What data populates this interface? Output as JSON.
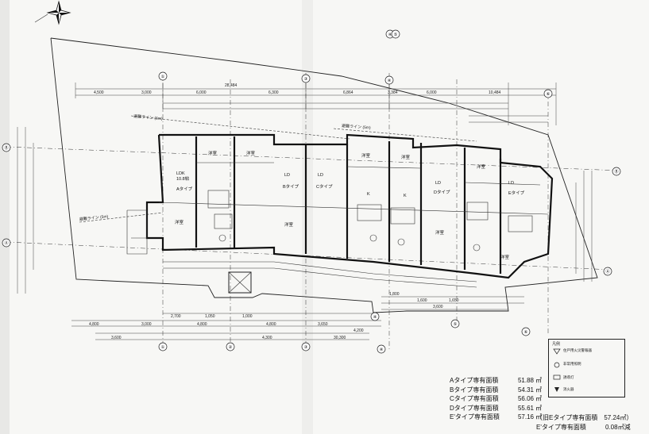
{
  "labels": {
    "evac_top_left": "避難ライン (5m)",
    "evac_top_right": "避難ライン (5m)",
    "evac_left": "避難ライン (5m)",
    "units": [
      {
        "room": "LDK",
        "size": "10.8帖",
        "type": "Aタイプ"
      },
      {
        "room": "LD",
        "size": "",
        "type": "Bタイプ"
      },
      {
        "room": "LD",
        "size": "",
        "type": "Cタイプ"
      },
      {
        "room": "LD",
        "size": "",
        "type": "Dタイプ"
      },
      {
        "room": "LD",
        "size": "",
        "type": "Eタイプ"
      }
    ],
    "bedroom": "洋室",
    "kitchen": "K"
  },
  "grid_top": [
    "①",
    "②",
    "③",
    "④",
    "⑤",
    "⑥"
  ],
  "grid_side": [
    "Ⓐ",
    "Ⓑ",
    "Ⓒ"
  ],
  "dims_top_row1": [
    "4,500",
    "3,000",
    "6,000",
    "6,300",
    "6,864",
    "3,384",
    "6,000",
    "10,484"
  ],
  "dims_top_total": "28,484",
  "dims_bottom_row1": [
    "4,800",
    "3,000",
    "4,800",
    "4,800",
    "3,650",
    "4,200",
    "3,600",
    "4,300"
  ],
  "dims_bottom_total": "30,300",
  "dims_misc": [
    "1,800",
    "1,600",
    "1,650",
    "2,700",
    "1,050",
    "3,600",
    "1,000"
  ],
  "area_table": [
    {
      "name": "Aタイプ専有面積",
      "value": "51.88",
      "unit": "㎡"
    },
    {
      "name": "Bタイプ専有面積",
      "value": "54.31",
      "unit": "㎡"
    },
    {
      "name": "Cタイプ専有面積",
      "value": "56.06",
      "unit": "㎡"
    },
    {
      "name": "Dタイプ専有面積",
      "value": "55.61",
      "unit": "㎡"
    },
    {
      "name": "E'タイプ専有面積",
      "value": "57.16",
      "unit": "㎡"
    }
  ],
  "old_e_note": "（旧Eタイプ専有面積　57.24㎡）",
  "e_prime_note_label": "E'タイプ専有面積",
  "e_prime_note_value": "0.08㎡減",
  "legend": {
    "title": "凡例",
    "items": [
      "住戸用火災警報器",
      "非常用照明",
      "誘導灯",
      "消火器"
    ]
  }
}
